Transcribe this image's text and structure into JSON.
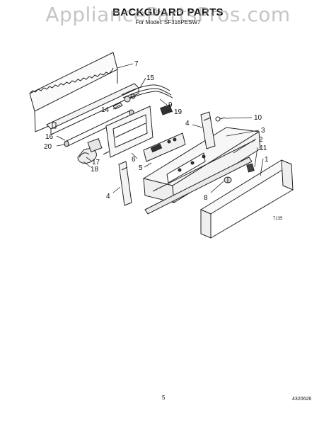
{
  "watermark": "AppliancePartsPros.com",
  "title": "BACKGUARD PARTS",
  "subtitle": "For Model: SF316PESW7",
  "figure_number": "7135",
  "page_number": "5",
  "doc_number": "4320626",
  "callouts": {
    "c1": "1",
    "c2": "2",
    "c3": "3",
    "c4a": "4",
    "c4b": "4",
    "c5": "5",
    "c6": "6",
    "c7": "7",
    "c8": "8",
    "c9": "9",
    "c10": "10",
    "c11": "11",
    "c14": "14",
    "c15": "15",
    "c16": "16",
    "c17": "17",
    "c18": "18",
    "c19": "19",
    "c20": "20"
  }
}
